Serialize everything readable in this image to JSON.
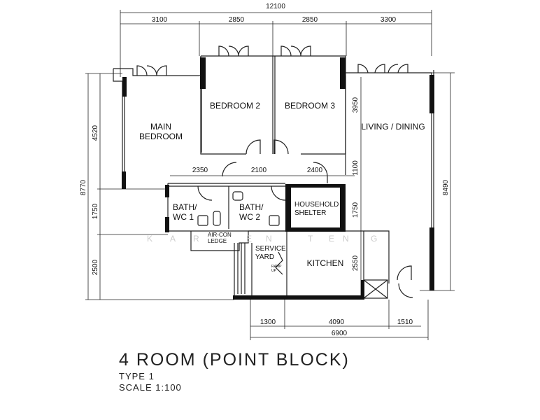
{
  "plan": {
    "title": "4 ROOM (POINT BLOCK)",
    "type": "TYPE 1",
    "scale": "SCALE 1:100",
    "watermark": [
      "K",
      "A",
      "R",
      "E",
      "N",
      "T",
      "E",
      "N",
      "G"
    ]
  },
  "rooms": {
    "main_bedroom": [
      "MAIN",
      "BEDROOM"
    ],
    "bedroom2": "BEDROOM 2",
    "bedroom3": "BEDROOM 3",
    "living": "LIVING / DINING",
    "bath1": [
      "BATH/",
      "WC 1"
    ],
    "bath2": [
      "BATH/",
      "WC 2"
    ],
    "shelter": [
      "HOUSEHOLD",
      "SHELTER"
    ],
    "aircon": [
      "AIR-CON",
      "LEDGE"
    ],
    "service": [
      "SERVICE",
      "YARD"
    ],
    "kitchen": "KITCHEN",
    "ramp": [
      "RAMP",
      "UP"
    ]
  },
  "dimensions": {
    "top_total": "12100",
    "top": [
      "3100",
      "2850",
      "2850",
      "3300"
    ],
    "left_total": "8770",
    "left": [
      "4520",
      "1750",
      "2500"
    ],
    "right_total": "8490",
    "right": [
      "3950",
      "1100",
      "1750",
      "2550"
    ],
    "middle": [
      "2350",
      "2100",
      "2400"
    ],
    "bottom": [
      "1300",
      "4090",
      "1510"
    ],
    "bottom_total": "6900"
  }
}
